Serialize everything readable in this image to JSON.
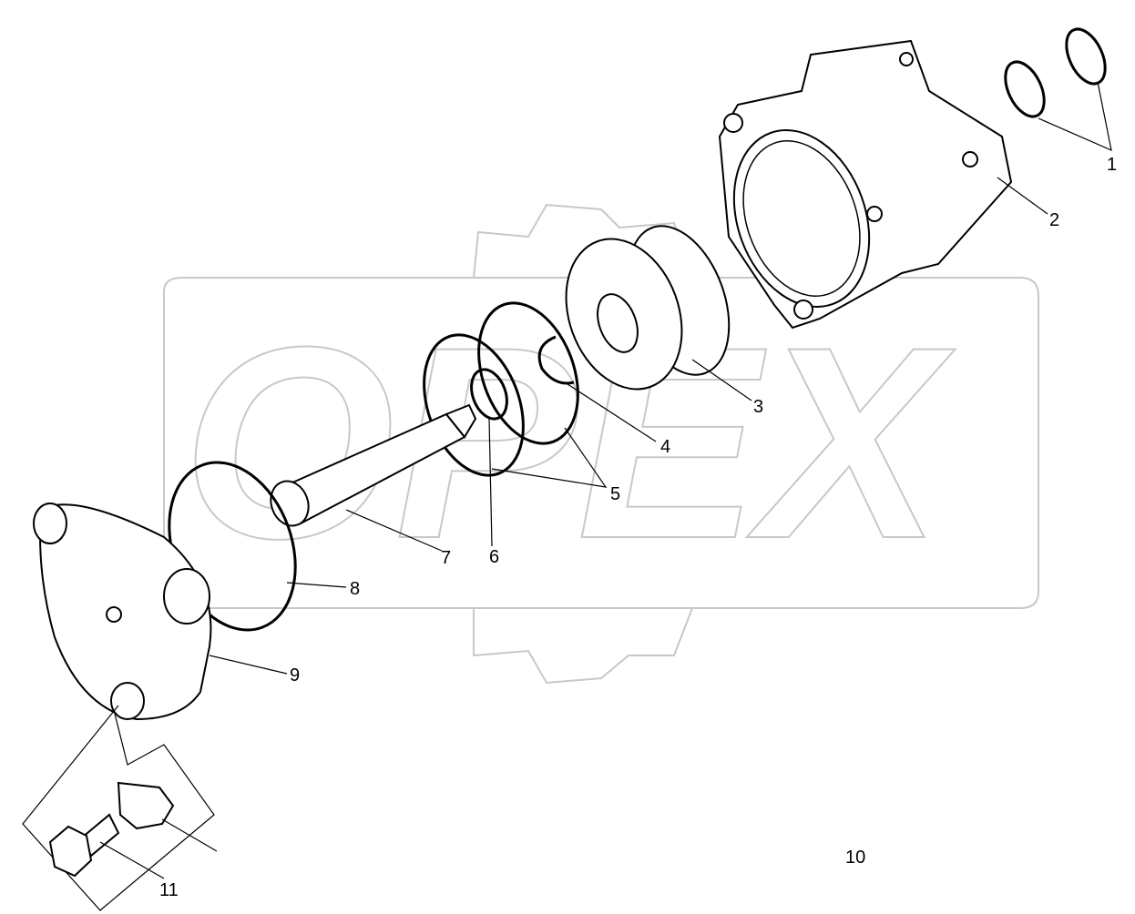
{
  "watermark": {
    "text": "OPEX",
    "color": "#c8c8c8"
  },
  "callouts": {
    "c1": "1",
    "c2": "2",
    "c3": "3",
    "c4": "4",
    "c5": "5",
    "c6": "6",
    "c7": "7",
    "c8": "8",
    "c9": "9",
    "c10": "10",
    "c11": "11"
  }
}
